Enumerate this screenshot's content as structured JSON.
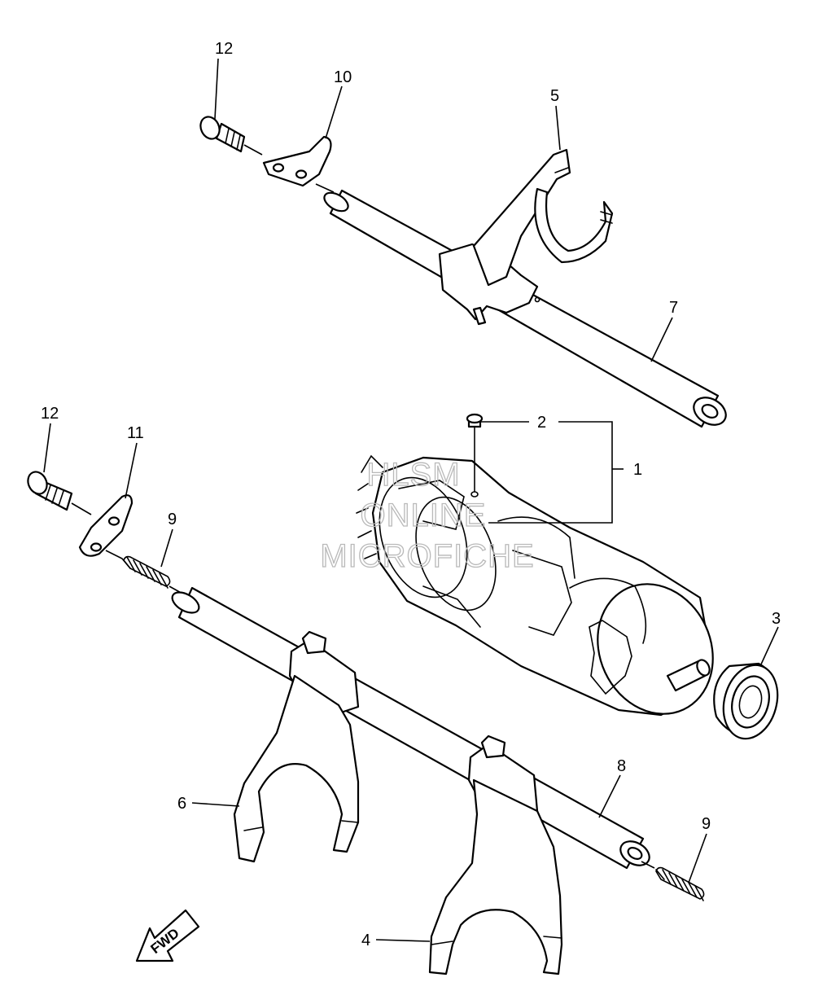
{
  "callouts": {
    "c1": "1",
    "c2": "2",
    "c3": "3",
    "c4": "4",
    "c5": "5",
    "c6": "6",
    "c7": "7",
    "c8": "8",
    "c9a": "9",
    "c9b": "9",
    "c10": "10",
    "c11": "11",
    "c12a": "12",
    "c12b": "12"
  },
  "direction_arrow": {
    "label": "FWD"
  },
  "watermark": {
    "line1": "HLSM",
    "line2": "ONLINE",
    "line3": "MICROFICHE"
  }
}
